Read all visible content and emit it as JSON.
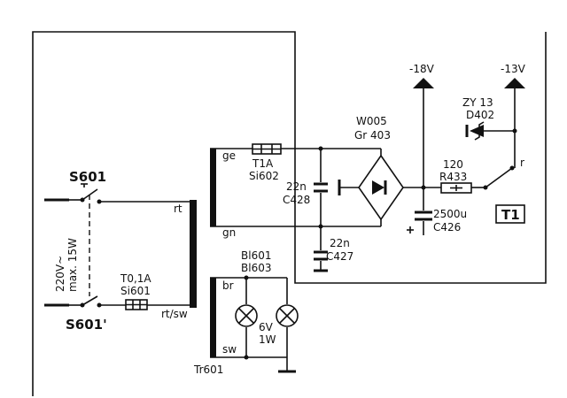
{
  "switches": {
    "s601": "S601",
    "s601_prime": "S601'"
  },
  "mains": {
    "voltage": "220V~",
    "power": "max. 15W"
  },
  "fuses": {
    "si601": {
      "rating": "T0,1A",
      "ref": "Si601"
    },
    "si602": {
      "rating": "T1A",
      "ref": "Si602"
    }
  },
  "transformer": {
    "ref": "Tr601",
    "tap_rt": "rt",
    "tap_rt_sw": "rt/sw",
    "tap_ge": "ge",
    "tap_gn": "gn",
    "tap_br": "br",
    "tap_sw": "sw"
  },
  "capacitors": {
    "c428": {
      "value": "22n",
      "ref": "C428"
    },
    "c427": {
      "value": "22n",
      "ref": "C427"
    },
    "c426": {
      "value": "2500u",
      "ref": "C426"
    }
  },
  "rectifier": {
    "ref1": "W005",
    "ref2": "Gr 403"
  },
  "resistor": {
    "value": "120",
    "ref": "R433"
  },
  "zener": {
    "value": "ZY 13",
    "ref": "D402"
  },
  "rails": {
    "neg18": "-18V",
    "neg13": "-13V"
  },
  "lamps": {
    "refs1": "Bl601",
    "refs2": "Bl603",
    "voltage": "6V",
    "power": "1W"
  },
  "board": {
    "label": "T1"
  },
  "contact": {
    "label": "r"
  }
}
